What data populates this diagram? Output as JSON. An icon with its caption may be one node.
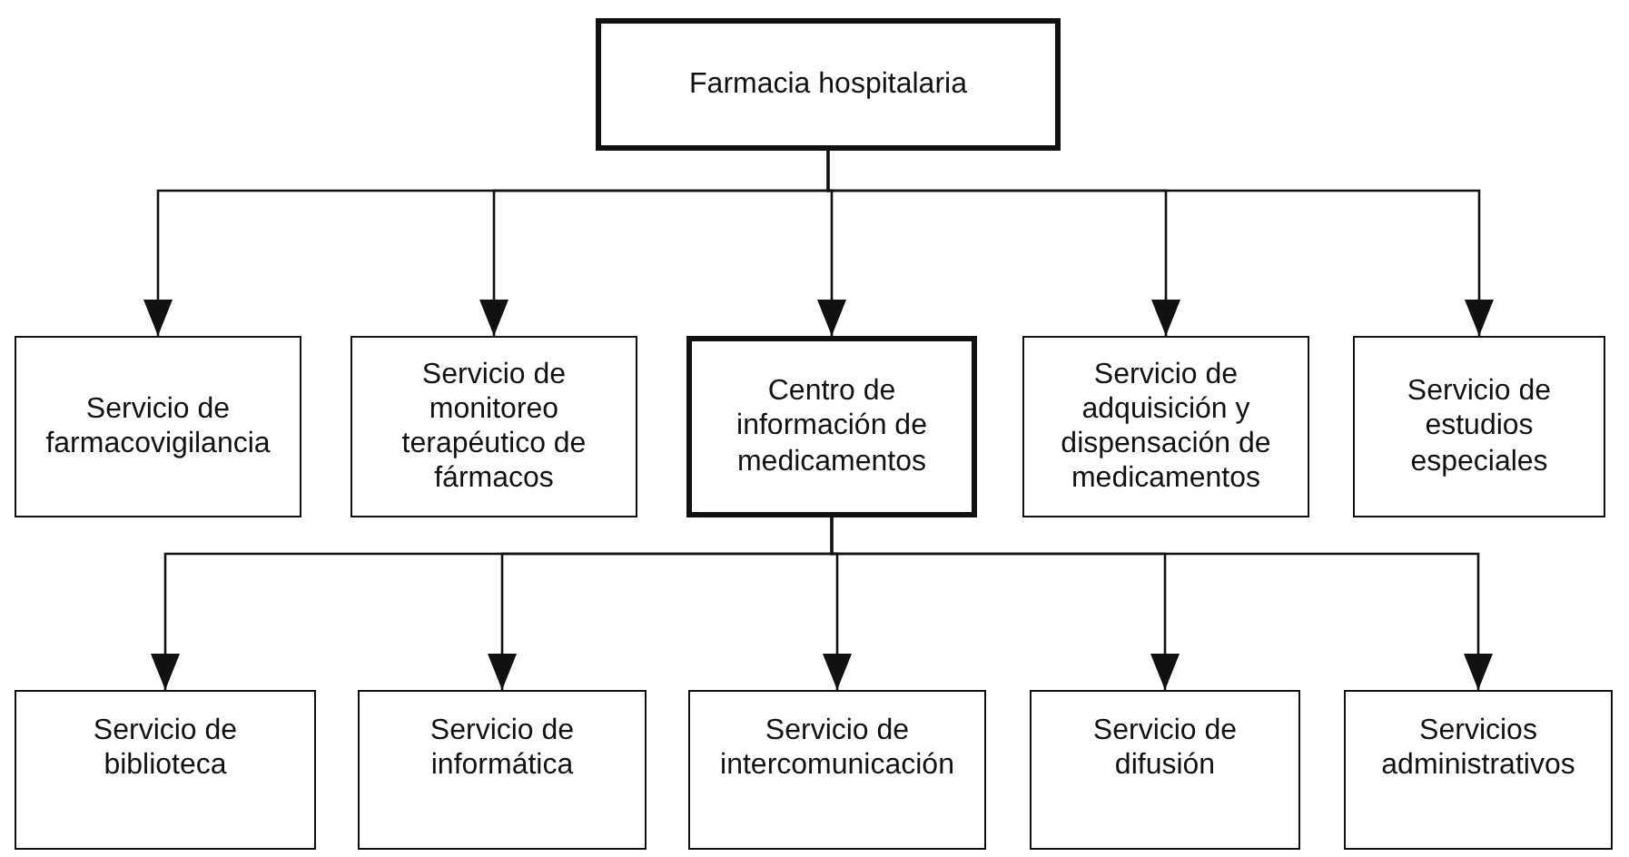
{
  "diagram": {
    "nodes": [
      {
        "text": [
          "Farmacia hospitalaria"
        ]
      },
      {
        "text": [
          "Servicio de farmacovigilancia"
        ]
      },
      {
        "text": [
          "Servicio de monitoreo terapéutico de fármacos"
        ]
      },
      {
        "text": [
          "Centro de información de medicamentos"
        ]
      },
      {
        "text": [
          "Servicio de adquisición y dispensación de medicamentos"
        ]
      },
      {
        "text": [
          "Servicio de estudios especiales"
        ]
      },
      {
        "text": [
          "Servicio de biblioteca"
        ]
      },
      {
        "text": [
          "Servicio de informática"
        ]
      },
      {
        "text": [
          "Servicio de intercomunicación"
        ]
      },
      {
        "text": [
          "Servicio de difusión"
        ]
      },
      {
        "text": [
          "Servicios administrativos"
        ]
      }
    ],
    "edges": [
      {
        "from": 0,
        "to": 1,
        "arrow": "to"
      },
      {
        "from": 0,
        "to": 2,
        "arrow": "to"
      },
      {
        "from": 0,
        "to": 3,
        "arrow": "to"
      },
      {
        "from": 0,
        "to": 4,
        "arrow": "to"
      },
      {
        "from": 0,
        "to": 5,
        "arrow": "to"
      },
      {
        "from": 3,
        "to": 6,
        "arrow": "to"
      },
      {
        "from": 3,
        "to": 7,
        "arrow": "to"
      },
      {
        "from": 3,
        "to": 8,
        "arrow": "to"
      },
      {
        "from": 3,
        "to": 9,
        "arrow": "to"
      },
      {
        "from": 3,
        "to": 10,
        "arrow": "to"
      }
    ]
  }
}
